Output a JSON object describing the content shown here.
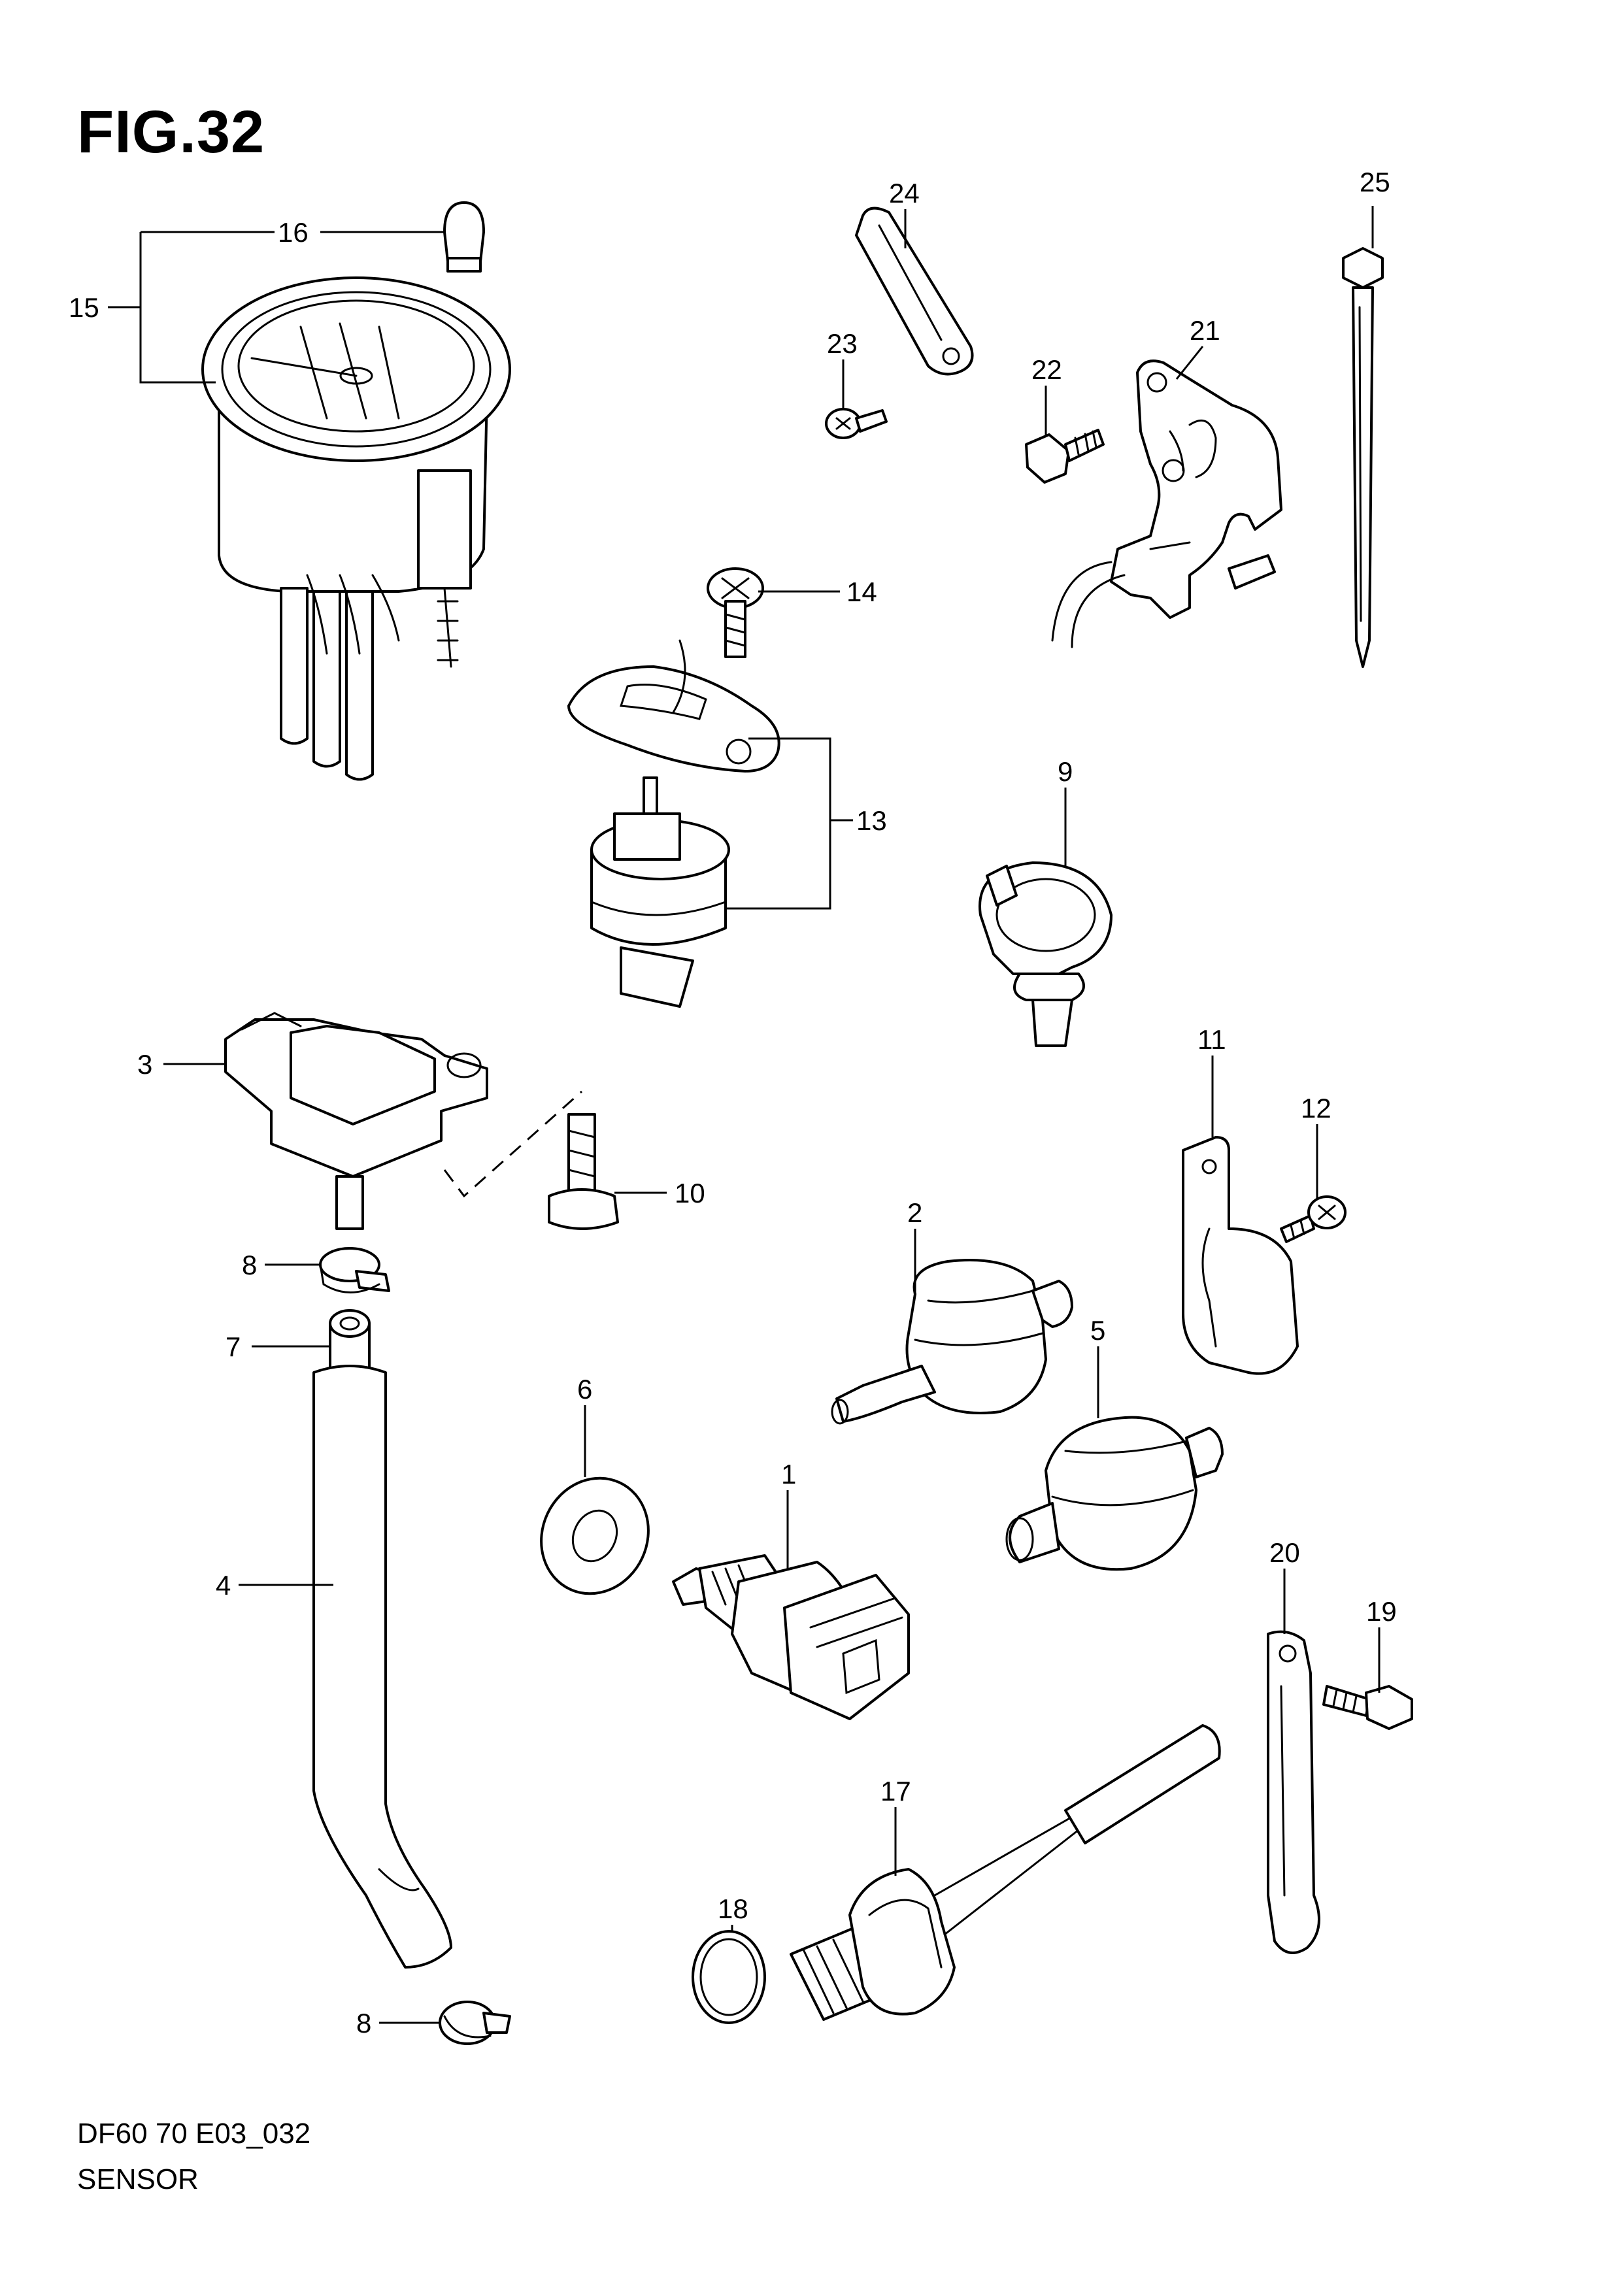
{
  "figure": {
    "title": "FIG.32",
    "code": "DF60 70 E03_032",
    "name": "SENSOR"
  },
  "callouts": [
    {
      "id": "c1",
      "number": "1"
    },
    {
      "id": "c2",
      "number": "2"
    },
    {
      "id": "c3",
      "number": "3"
    },
    {
      "id": "c4",
      "number": "4"
    },
    {
      "id": "c5",
      "number": "5"
    },
    {
      "id": "c6",
      "number": "6"
    },
    {
      "id": "c7",
      "number": "7"
    },
    {
      "id": "c8a",
      "number": "8"
    },
    {
      "id": "c8b",
      "number": "8"
    },
    {
      "id": "c9",
      "number": "9"
    },
    {
      "id": "c10",
      "number": "10"
    },
    {
      "id": "c11",
      "number": "11"
    },
    {
      "id": "c12",
      "number": "12"
    },
    {
      "id": "c13",
      "number": "13"
    },
    {
      "id": "c14",
      "number": "14"
    },
    {
      "id": "c15",
      "number": "15"
    },
    {
      "id": "c16",
      "number": "16"
    },
    {
      "id": "c17",
      "number": "17"
    },
    {
      "id": "c18",
      "number": "18"
    },
    {
      "id": "c19",
      "number": "19"
    },
    {
      "id": "c20",
      "number": "20"
    },
    {
      "id": "c21",
      "number": "21"
    },
    {
      "id": "c22",
      "number": "22"
    },
    {
      "id": "c23",
      "number": "23"
    },
    {
      "id": "c24",
      "number": "24"
    },
    {
      "id": "c25",
      "number": "25"
    }
  ]
}
